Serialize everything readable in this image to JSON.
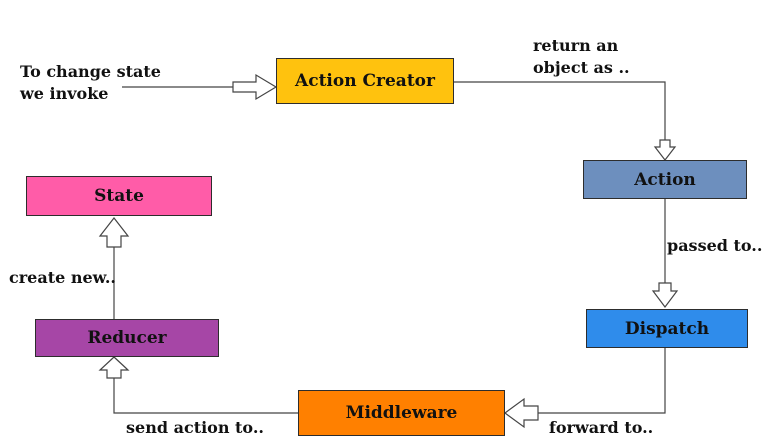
{
  "nodes": {
    "action_creator": {
      "label": "Action Creator",
      "color": "#ffc20e"
    },
    "action": {
      "label": "Action",
      "color": "#6d8fbe"
    },
    "dispatch": {
      "label": "Dispatch",
      "color": "#2f8ceb"
    },
    "middleware": {
      "label": "Middleware",
      "color": "#ff8000"
    },
    "reducer": {
      "label": "Reducer",
      "color": "#a646a6"
    },
    "state": {
      "label": "State",
      "color": "#ff5ca8"
    }
  },
  "edges": {
    "to_action_creator": {
      "line1": "To change state",
      "line2": "we invoke"
    },
    "to_action": {
      "line1": "return an",
      "line2": "object as .."
    },
    "to_dispatch": {
      "label": "passed to.."
    },
    "to_middleware": {
      "label": "forward to.."
    },
    "to_reducer": {
      "label": "send action to.."
    },
    "to_state": {
      "label": "create new.."
    }
  }
}
